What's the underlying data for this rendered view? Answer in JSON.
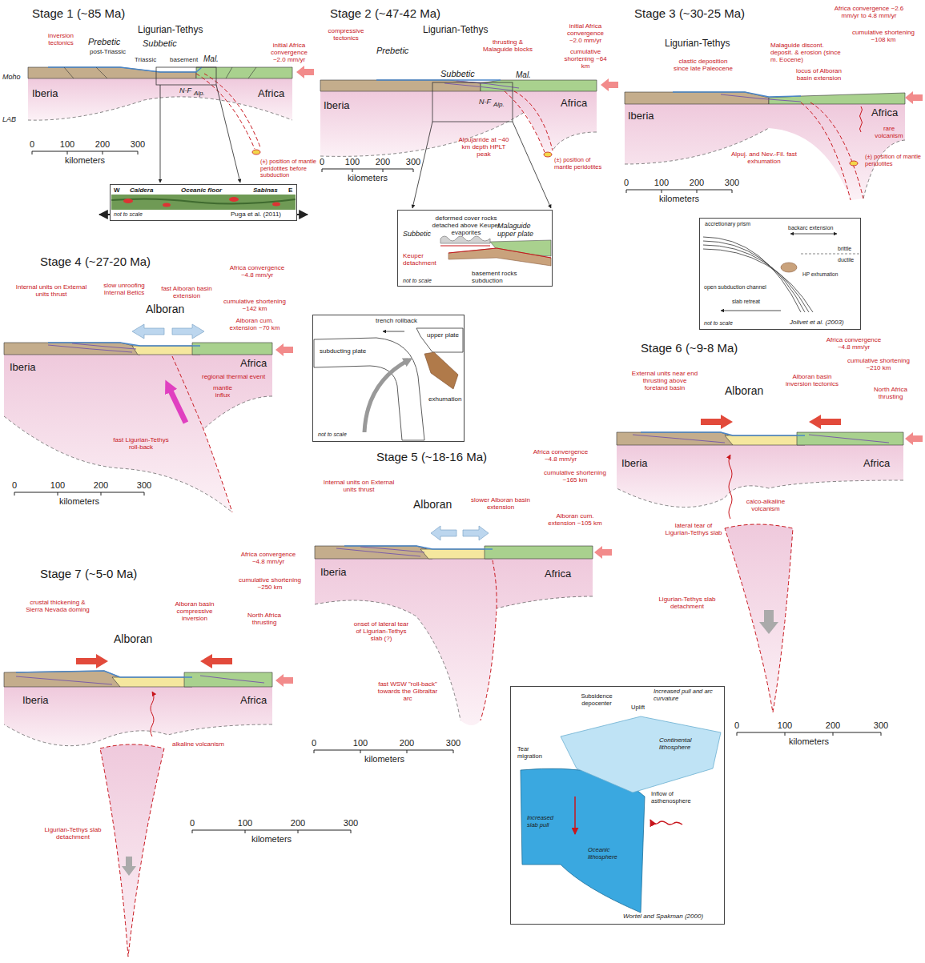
{
  "diagram": {
    "nodes": [
      {
        "text": [
          "W",
          "Caldera",
          "Oceanic floor",
          "Sabinas",
          "E",
          "not to scale",
          "Puga et al. (2011)"
        ]
      },
      {
        "text": [
          "deformed cover rocks detached above Keuper evaporites",
          "Subbetic",
          "Malaguide upper plate",
          "Keuper detachment",
          "basement rocks subduction",
          "not to scale"
        ]
      },
      {
        "text": [
          "trench rollback",
          "upper plate",
          "subducting plate",
          "exhumation",
          "not to scale"
        ]
      },
      {
        "text": [
          "accretionary prism",
          "backarc extension",
          "brittle",
          "ductile",
          "HP exhumation",
          "open subduction channel",
          "slab retreat",
          "not to scale",
          "Jolivet et al. (2003)"
        ]
      },
      {
        "text": [
          "Subsidence depocenter",
          "Uplift",
          "Increased pull and arc curvature",
          "Continental lithosphere",
          "Tear migration",
          "Inflow of asthenosphere",
          "Increased slab pull",
          "Oceanic lithosphere",
          "Wortel and Spakman (2000)"
        ]
      }
    ],
    "labels": [
      "Stage 1 (~85 Ma)",
      "inversion tectonics",
      "Prebetic",
      "Ligurian-Tethys",
      "post-Triassic",
      "Subbetic",
      "Triassic",
      "basement",
      "Mal.",
      "initial Africa convergence ~2.0 mm/yr",
      "Moho",
      "Iberia",
      "Africa",
      "N-F",
      "Alp.",
      "LAB",
      "0",
      "100",
      "200",
      "300",
      "kilometers",
      "(±) position of mantle peridotites before subduction",
      "Stage 2 (~47-42 Ma)",
      "compressive tectonics",
      "Prebetic",
      "Ligurian-Tethys",
      "thrusting & Malaguide blocks",
      "initial Africa convergence ~2.0 mm/yr",
      "cumulative shortening ~64 km",
      "Subbetic",
      "Mal.",
      "Iberia",
      "Africa",
      "N-F",
      "Alp.",
      "Alpujarride at ~40 km depth HPLT peak",
      "(±) position of mantle peridotites",
      "0",
      "100",
      "200",
      "300",
      "kilometers",
      "Stage 3 (~30-25 Ma)",
      "Africa convergence ~2.6 mm/yr to 4.8 mm/yr",
      "cumulative shortening ~108 km",
      "Ligurian-Tethys",
      "Malaguide discont. deposit. & erosion (since m. Eocene)",
      "locus of Alboran basin extension",
      "clastic deposition since late Paleocene",
      "Iberia",
      "Africa",
      "rare volcanism",
      "Alpuj. and Nev.-Fil. fast exhumation",
      "(±) position of mantle peridotites",
      "0",
      "100",
      "200",
      "300",
      "kilometers",
      "Stage 4 (~27-20 Ma)",
      "Africa convergence ~4.8 mm/yr",
      "Internal units on External units thrust",
      "slow unroofing Internal Betics",
      "fast Alboran basin extension",
      "Alboran",
      "cumulative shortening ~142 km",
      "Alboran cum. extension ~70 km",
      "Iberia",
      "Africa",
      "regional thermal event",
      "mantle influx",
      "fast Ligurian-Tethys roll-back",
      "0",
      "100",
      "200",
      "300",
      "kilometers",
      "Stage 5 (~18-16 Ma)",
      "Africa convergence ~4.8 mm/yr",
      "cumulative shortening ~165 km",
      "Internal units on External units thrust",
      "Alboran",
      "slower Alboran basin extension",
      "Alboran cum. extension ~105 km",
      "Iberia",
      "Africa",
      "onset of lateral tear of Ligurian-Tethys slab (?)",
      "fast WSW \"roll-back\" towards the Gibraltar arc",
      "0",
      "100",
      "200",
      "300",
      "kilometers",
      "Stage 6 (~9-8 Ma)",
      "Africa convergence ~4.8 mm/yr",
      "cumulative shortening ~210 km",
      "External units near end thrusting above foreland basin",
      "Alboran",
      "Alboran basin inversion tectonics",
      "North Africa thrusting",
      "Iberia",
      "Africa",
      "calco-alkaline volcanism",
      "lateral tear of Ligurian-Tethys slab",
      "Ligurian-Tethys slab detachment",
      "0",
      "100",
      "200",
      "300",
      "kilometers",
      "Stage 7 (~5-0 Ma)",
      "Africa convergence ~4.8 mm/yr",
      "cumulative shortening ~250 km",
      "crustal thickening & Sierra Nevada doming",
      "Alboran basin compressive inversion",
      "North Africa thrusting",
      "Alboran",
      "Iberia",
      "Africa",
      "alkaline volcanism",
      "Ligurian-Tethys slab detachment",
      "0",
      "100",
      "200",
      "300",
      "kilometers"
    ]
  }
}
